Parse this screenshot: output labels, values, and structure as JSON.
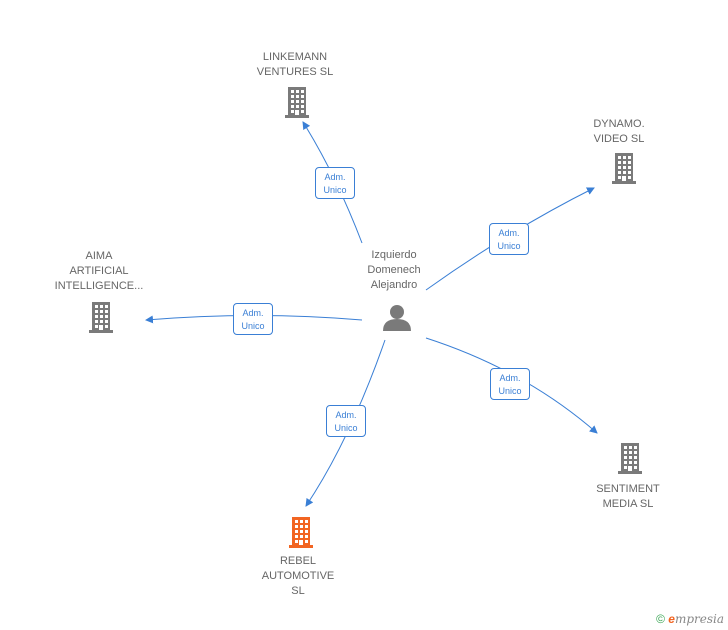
{
  "colors": {
    "edge": "#3a7fd5",
    "company": "#7a7a7a",
    "highlight": "#f26522",
    "person": "#7a7a7a",
    "label_text": "#666666"
  },
  "person": {
    "name_lines": [
      "Izquierdo",
      "Domenech",
      "Alejandro"
    ],
    "icon": "person-icon"
  },
  "companies": [
    {
      "id": "linkemann",
      "name_lines": [
        "LINKEMANN",
        "VENTURES  SL"
      ],
      "icon": "building-icon",
      "highlight": false
    },
    {
      "id": "dynamo",
      "name_lines": [
        "DYNAMO.",
        "VIDEO  SL"
      ],
      "icon": "building-icon",
      "highlight": false
    },
    {
      "id": "aima",
      "name_lines": [
        "AIMA",
        "ARTIFICIAL",
        "INTELLIGENCE..."
      ],
      "icon": "building-icon",
      "highlight": false
    },
    {
      "id": "sentiment",
      "name_lines": [
        "SENTIMENT",
        "MEDIA  SL"
      ],
      "icon": "building-icon",
      "highlight": false
    },
    {
      "id": "rebel",
      "name_lines": [
        "REBEL",
        "AUTOMOTIVE",
        "SL"
      ],
      "icon": "building-icon",
      "highlight": true
    }
  ],
  "relations": [
    {
      "to": "linkemann",
      "label_lines": [
        "Adm.",
        "Unico"
      ]
    },
    {
      "to": "dynamo",
      "label_lines": [
        "Adm.",
        "Unico"
      ]
    },
    {
      "to": "aima",
      "label_lines": [
        "Adm.",
        "Unico"
      ]
    },
    {
      "to": "sentiment",
      "label_lines": [
        "Adm.",
        "Unico"
      ]
    },
    {
      "to": "rebel",
      "label_lines": [
        "Adm.",
        "Unico"
      ]
    }
  ],
  "footer": {
    "copyright": "©",
    "brand_initial": "e",
    "brand_rest": "mpresia"
  }
}
